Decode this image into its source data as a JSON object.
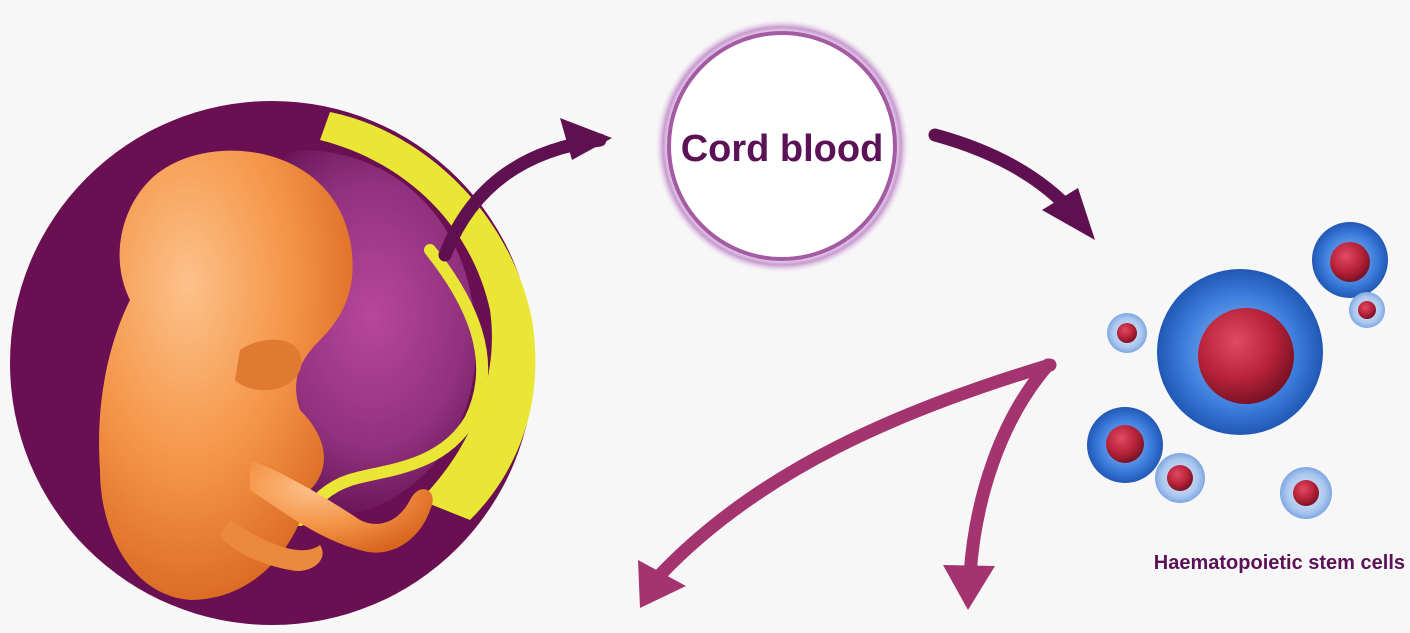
{
  "diagram": {
    "nodes": {
      "source": {
        "icon": "fetus-in-womb-icon"
      },
      "cord_blood": {
        "label": "Cord blood"
      },
      "stem_cells": {
        "label": "Haematopoietic stem cells",
        "icon": "stem-cells-icon"
      }
    },
    "edges": [
      {
        "from": "source",
        "to": "cord_blood"
      },
      {
        "from": "cord_blood",
        "to": "stem_cells"
      },
      {
        "from": "stem_cells",
        "to": "offscreen-left"
      },
      {
        "from": "stem_cells",
        "to": "offscreen-bottom"
      }
    ]
  },
  "colors": {
    "background": "#f7f7f7",
    "dark_purple": "#6a0f52",
    "magenta": "#9e2a7c",
    "yellow": "#e9e635",
    "fetus_orange": "#f59a4a",
    "cell_blue": "#2f6fd0",
    "cell_red": "#b8233a",
    "label_purple": "#5b1257",
    "arrow_dark": "#5e1050",
    "arrow_pink": "#a3346f"
  }
}
